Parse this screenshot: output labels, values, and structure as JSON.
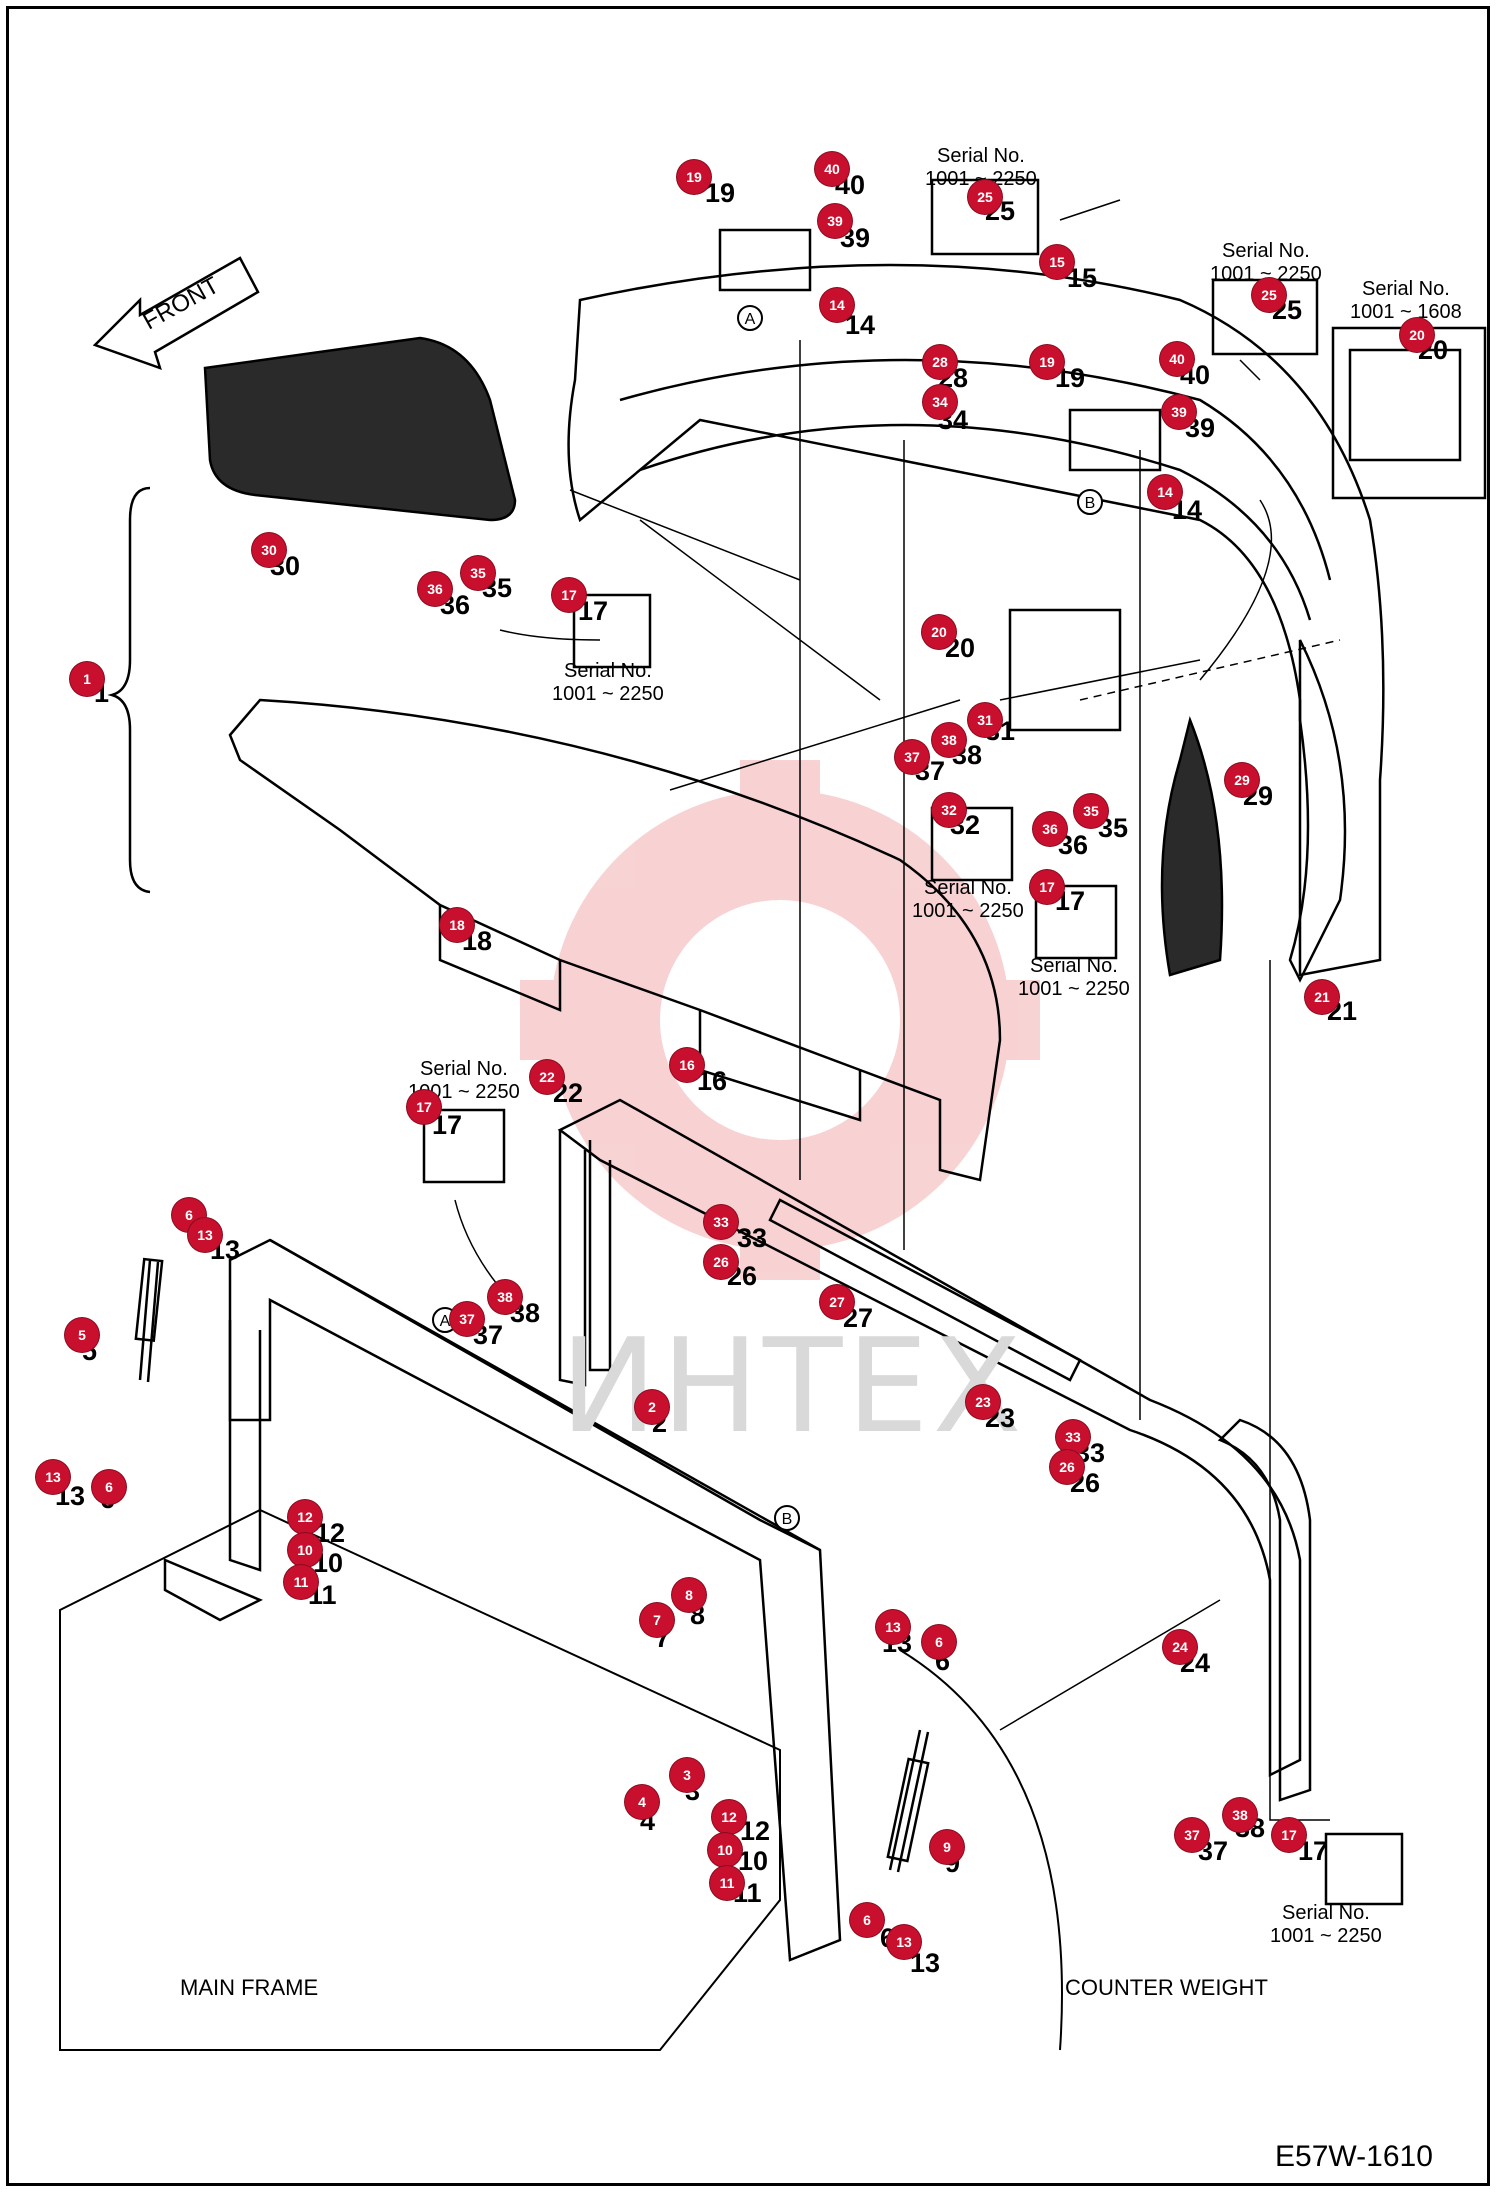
{
  "drawing_code": "E57W-1610",
  "watermark_text": "ИНТЕХ",
  "front_label": "FRONT",
  "region_labels": {
    "main_frame": "MAIN FRAME",
    "counter_weight": "COUNTER WEIGHT"
  },
  "view_markers": [
    "A",
    "B"
  ],
  "serial_notes": {
    "serial_no": "Serial No.",
    "range_a": "1001 ~ 2250",
    "range_b": "1001 ~ 1608"
  },
  "colors": {
    "marker": "#c8102e",
    "line": "#000000",
    "watermark": "#f4b8b8"
  },
  "callouts": [
    {
      "n": "1"
    },
    {
      "n": "2"
    },
    {
      "n": "3"
    },
    {
      "n": "4"
    },
    {
      "n": "5"
    },
    {
      "n": "6"
    },
    {
      "n": "7"
    },
    {
      "n": "8"
    },
    {
      "n": "9"
    },
    {
      "n": "10"
    },
    {
      "n": "11"
    },
    {
      "n": "12"
    },
    {
      "n": "13"
    },
    {
      "n": "14"
    },
    {
      "n": "15"
    },
    {
      "n": "16"
    },
    {
      "n": "17"
    },
    {
      "n": "18"
    },
    {
      "n": "19"
    },
    {
      "n": "20"
    },
    {
      "n": "21"
    },
    {
      "n": "22"
    },
    {
      "n": "23"
    },
    {
      "n": "24"
    },
    {
      "n": "25"
    },
    {
      "n": "26"
    },
    {
      "n": "27"
    },
    {
      "n": "28"
    },
    {
      "n": "29"
    },
    {
      "n": "30"
    },
    {
      "n": "31"
    },
    {
      "n": "32"
    },
    {
      "n": "33"
    },
    {
      "n": "34"
    },
    {
      "n": "35"
    },
    {
      "n": "36"
    },
    {
      "n": "37"
    },
    {
      "n": "38"
    },
    {
      "n": "39"
    },
    {
      "n": "40"
    }
  ]
}
